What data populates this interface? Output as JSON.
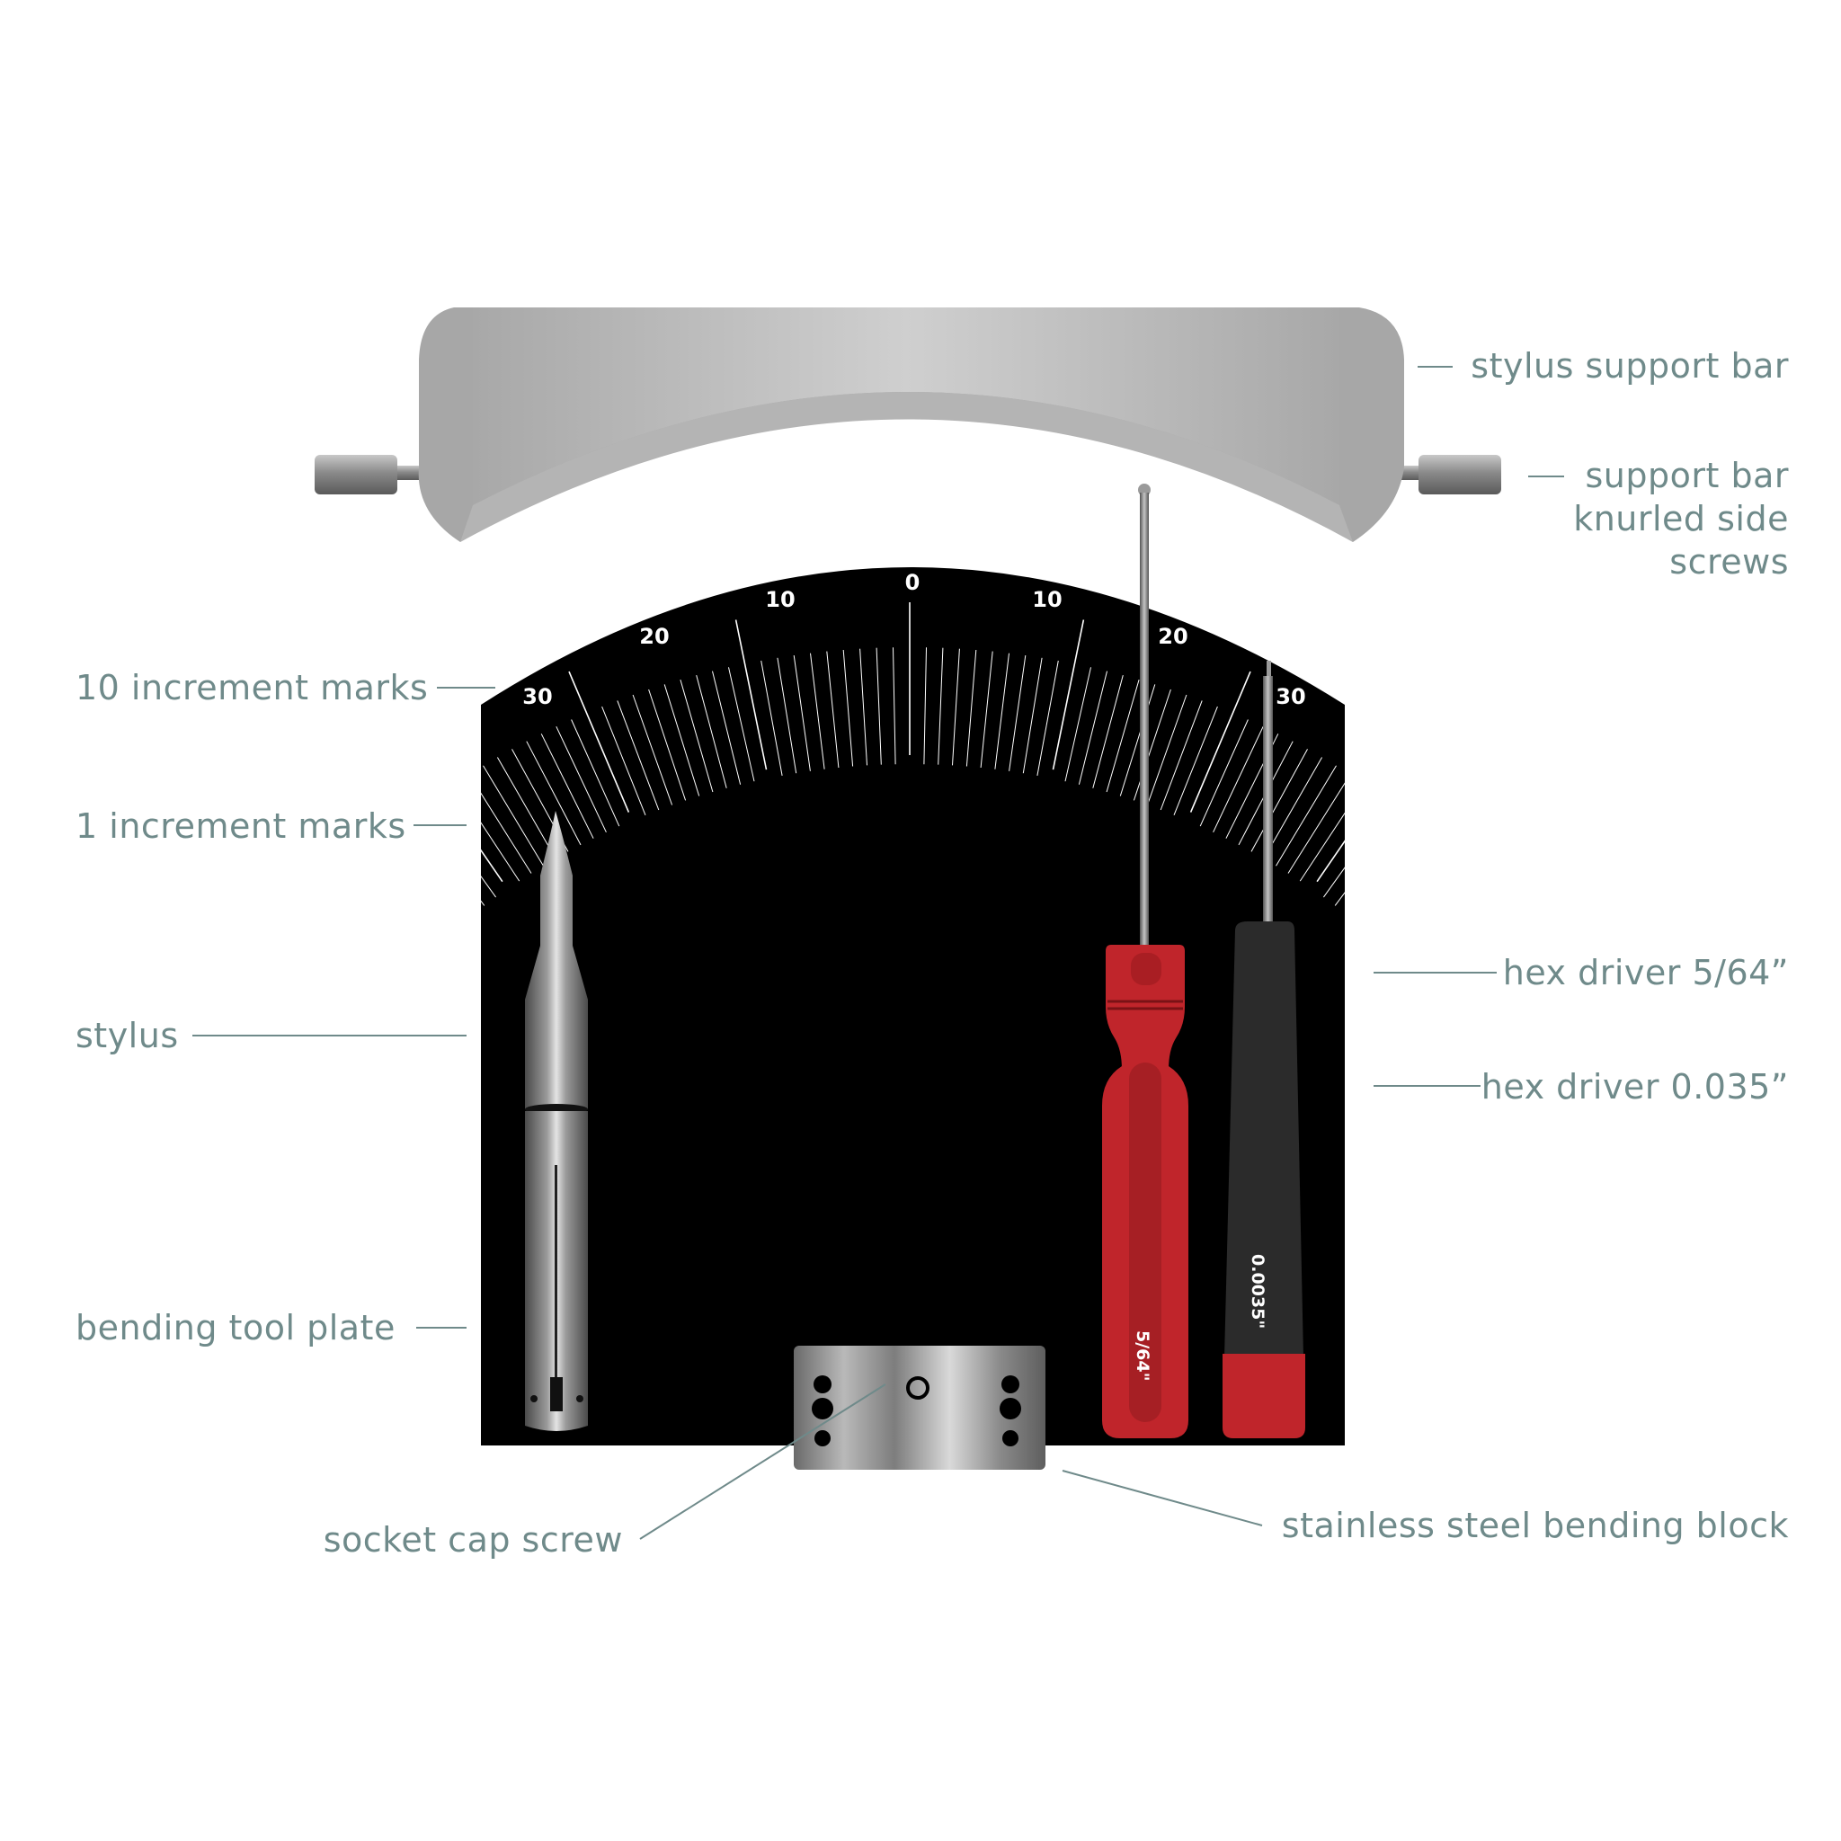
{
  "labels": {
    "stylus_support_bar": "stylus support bar",
    "knurled_screws_line1": "support bar",
    "knurled_screws_line2": "knurled side",
    "knurled_screws_line3": "screws",
    "ten_increment_marks": "10 increment marks",
    "one_increment_marks": "1 increment marks",
    "stylus": "stylus",
    "bending_tool_plate": "bending tool plate",
    "hex_driver_5_64": "hex driver 5/64”",
    "hex_driver_0035": "hex driver 0.035”",
    "socket_cap_screw": "socket cap screw",
    "bending_block": "stainless steel bending block"
  },
  "scale": {
    "left": [
      "30",
      "20",
      "10"
    ],
    "center": "0",
    "right": [
      "10",
      "20",
      "30"
    ]
  },
  "drivers": {
    "red_handle_text": "5/64\"",
    "black_handle_text": "0.0035\""
  },
  "colors": {
    "plate": "#000000",
    "label_text": "#6f8a8a",
    "red_handle": "#c0252b",
    "black_handle": "#2b2b2b"
  }
}
